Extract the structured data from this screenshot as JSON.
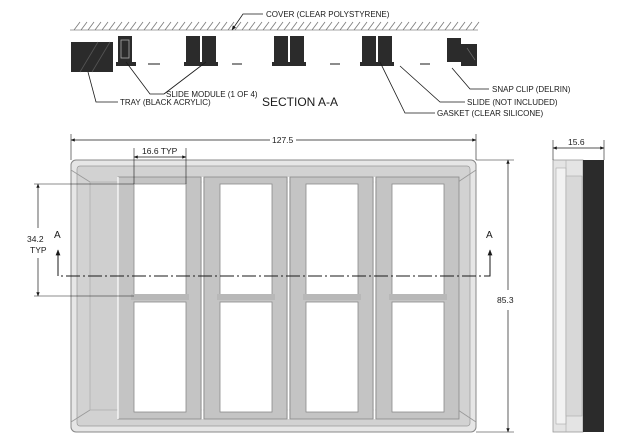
{
  "section": {
    "title": "SECTION A-A",
    "callouts": {
      "cover": "COVER (CLEAR POLYSTYRENE)",
      "slide_module": "SLIDE MODULE (1 OF 4)",
      "tray": "TRAY (BLACK ACRYLIC)",
      "snap_clip": "SNAP CLIP (DELRIN)",
      "slide": "SLIDE (NOT INCLUDED)",
      "gasket": "GASKET (CLEAR SILICONE)"
    }
  },
  "plan": {
    "dims": {
      "overall_width": "127.5",
      "module_width": "16.6 TYP",
      "window_height_value": "34.2",
      "window_height_note": "TYP",
      "overall_height": "85.3"
    },
    "section_marker": "A"
  },
  "side": {
    "dims": {
      "thickness": "15.6"
    }
  },
  "colors": {
    "tray_black": "#2b2b2b",
    "frame_gray": "#c9c9c9",
    "window_white": "#ffffff",
    "line": "#1a1a1a"
  }
}
